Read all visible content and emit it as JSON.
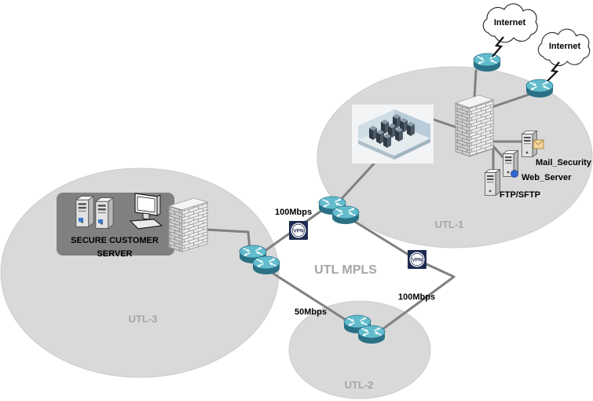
{
  "network_label": "UTL MPLS",
  "sites": {
    "utl1": "UTL-1",
    "utl2": "UTL-2",
    "utl3": "UTL-3"
  },
  "internet_clouds": [
    "Internet",
    "Internet"
  ],
  "utl1_servers": {
    "mail": "Mail_Security",
    "web": "Web_Server",
    "ftp": "FTP/SFTP"
  },
  "secure_customer_server": {
    "line1": "SECURE CUSTOMER",
    "line2": "SERVER"
  },
  "link_speeds": {
    "upper_left": "100Mbps",
    "right": "100Mbps",
    "lower_left": "50Mbps"
  },
  "vpn_badges": [
    "VPN",
    "VPN"
  ],
  "icons": {
    "router": "router-icon",
    "firewall": "firewall-icon",
    "server": "server-icon",
    "cloud": "cloud-icon",
    "wan_link": "lightning-icon",
    "data_center": "data-center-icon",
    "workstation": "workstation-icon",
    "vpn": "vpn-icon"
  },
  "colors": {
    "site_fill": "#d9d9d9",
    "site_label": "#a6a6a6",
    "link": "#808080",
    "router": "#62bccd",
    "vpn": "#1f2c52",
    "secure_box": "#808080"
  }
}
